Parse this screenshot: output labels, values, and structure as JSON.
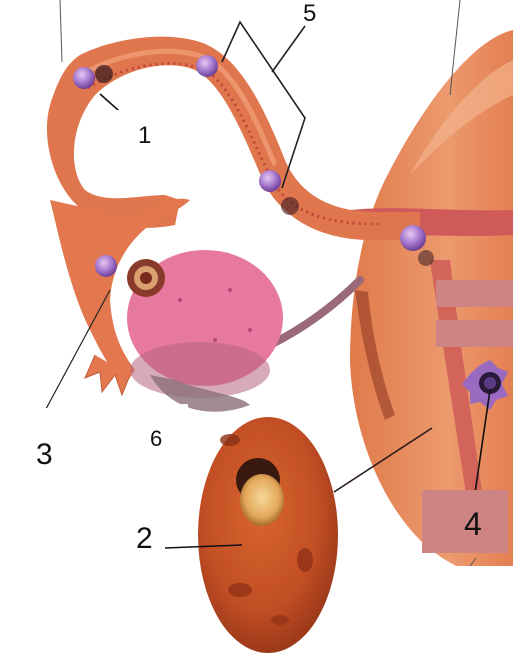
{
  "labels": {
    "l1": "1",
    "l2": "2",
    "l3": "3",
    "l4": "4",
    "l5": "5",
    "l6": "6"
  },
  "colors": {
    "tube": "#e0764e",
    "tube_dark": "#b4502e",
    "uterus": "#e68a5c",
    "uterus_lining": "#d05a5a",
    "ovary": "#e7799e",
    "ovary_dark": "#c8557b",
    "follicle_purple": "#9a6ac0",
    "embryo_bg": "#c8502a",
    "label_box": "#cf8484",
    "line": "#111111"
  },
  "icons": {
    "egg": "purple-egg-cell-icon",
    "embryo": "magnified-embryo-icon"
  }
}
